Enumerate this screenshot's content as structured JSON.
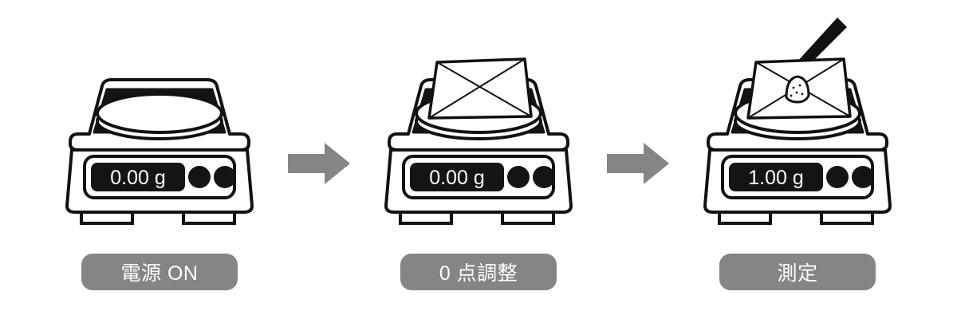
{
  "diagram": {
    "title": "Weighing procedure with an electronic balance",
    "background_color": "#ffffff",
    "accent_gray": "#858585",
    "ink_color": "#111111",
    "steps": [
      {
        "id": "power-on",
        "label": "電源 ON",
        "display_value": "0.00 g",
        "pan_content": "empty-pan",
        "has_weighing_paper": false,
        "has_sample": false,
        "has_spatula": false,
        "button_count": 2
      },
      {
        "id": "zero-adjust",
        "label": "0 点調整",
        "display_value": "0.00 g",
        "pan_content": "weighing-paper",
        "has_weighing_paper": true,
        "has_sample": false,
        "has_spatula": false,
        "button_count": 2
      },
      {
        "id": "measure",
        "label": "測定",
        "display_value": "1.00 g",
        "pan_content": "weighing-paper-with-sample",
        "has_weighing_paper": true,
        "has_sample": true,
        "has_spatula": true,
        "button_count": 2,
        "spatula_name": "micro-spatula",
        "falling_particle_count": 3
      }
    ],
    "arrows": [
      {
        "id": "arrow-1",
        "direction": "right",
        "color": "#858585"
      },
      {
        "id": "arrow-2",
        "direction": "right",
        "color": "#858585"
      }
    ]
  }
}
